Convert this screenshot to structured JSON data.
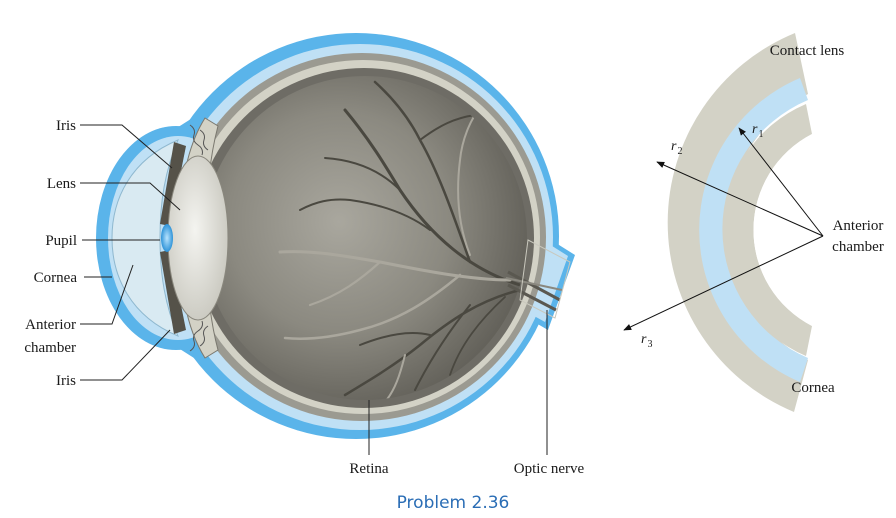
{
  "eye_labels": {
    "iris_top": "Iris",
    "lens": "Lens",
    "pupil": "Pupil",
    "cornea": "Cornea",
    "anterior_chamber_line1": "Anterior",
    "anterior_chamber_line2": "chamber",
    "iris_bottom": "Iris",
    "retina": "Retina",
    "optic_nerve": "Optic nerve"
  },
  "detail_labels": {
    "contact_lens": "Contact lens",
    "anterior_chamber_line1": "Anterior",
    "anterior_chamber_line2": "chamber",
    "cornea": "Cornea",
    "r1_base": "r",
    "r1_sub": "1",
    "r2_base": "r",
    "r2_sub": "2",
    "r3_base": "r",
    "r3_sub": "3"
  },
  "caption": "Problem 2.36",
  "colors": {
    "outer_blue": "#5ab4ea",
    "light_blue": "#bfe0f5",
    "sclera_gray": "#d3d2c6",
    "interior_gray": "#85837b",
    "caption_blue": "#2a6db5"
  }
}
